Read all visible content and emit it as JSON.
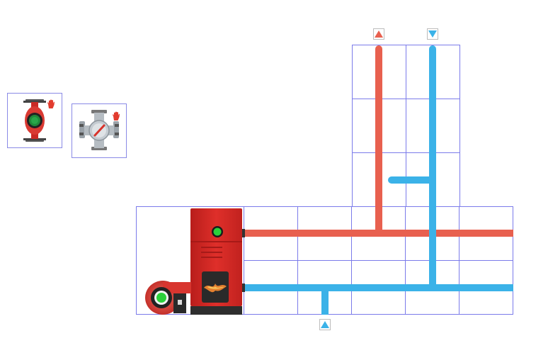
{
  "colors": {
    "hot_pipe": "#e8604f",
    "cold_pipe": "#3bb2e8",
    "grid_line": "#7b7bea",
    "boiler_body": "#d42a26",
    "indicator_light": "#2bd13b"
  },
  "palette": {
    "items": [
      {
        "name": "circulation-pump",
        "icon": "pump-icon",
        "badge": "hand-icon"
      },
      {
        "name": "three-way-mixing-valve",
        "icon": "mixing-valve-icon",
        "badge": "hand-icon"
      }
    ]
  },
  "flow_markers": {
    "supply_out": {
      "direction": "up",
      "color": "#e8604f"
    },
    "return_in": {
      "direction": "down",
      "color": "#3bb2e8"
    },
    "cold_inlet": {
      "direction": "up",
      "color": "#3bb2e8"
    }
  },
  "boiler": {
    "icon": "boiler-icon",
    "flame_icon": "flame-icon",
    "burner_icon": "burner-icon"
  }
}
